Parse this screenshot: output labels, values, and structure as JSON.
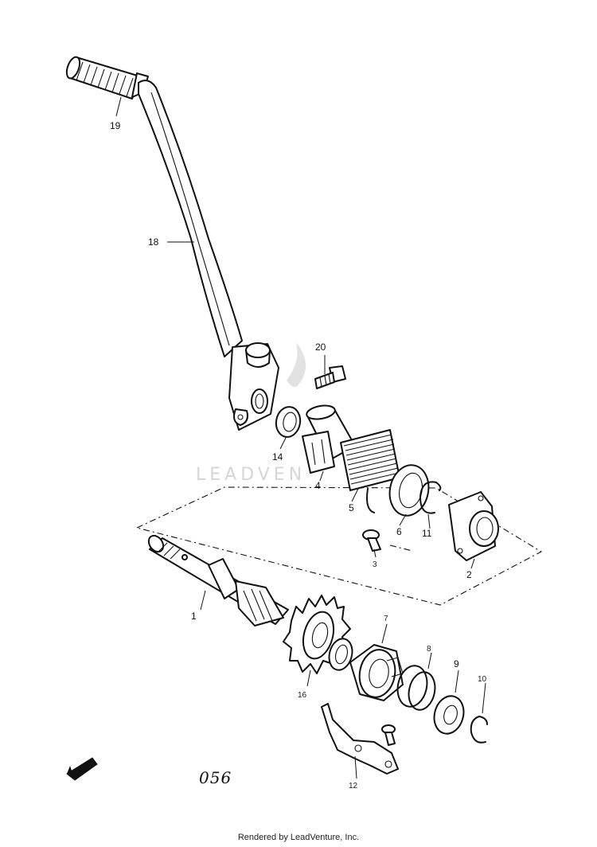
{
  "diagram": {
    "watermark": "LEADVEN",
    "page_number": "056",
    "footer": "Rendered by LeadVenture, Inc.",
    "callouts": {
      "c19": "19",
      "c18": "18",
      "c20": "20",
      "c14": "14",
      "c4": "4",
      "c5": "5",
      "c6": "6",
      "c11": "11",
      "c2": "2",
      "c3": "3",
      "c1": "1",
      "c16": "16",
      "c7": "7",
      "c8": "8",
      "c9": "9",
      "c10": "10",
      "c12": "12"
    }
  },
  "colors": {
    "ink": "#111111",
    "watermark": "#d6d6d6",
    "paper": "#ffffff"
  }
}
